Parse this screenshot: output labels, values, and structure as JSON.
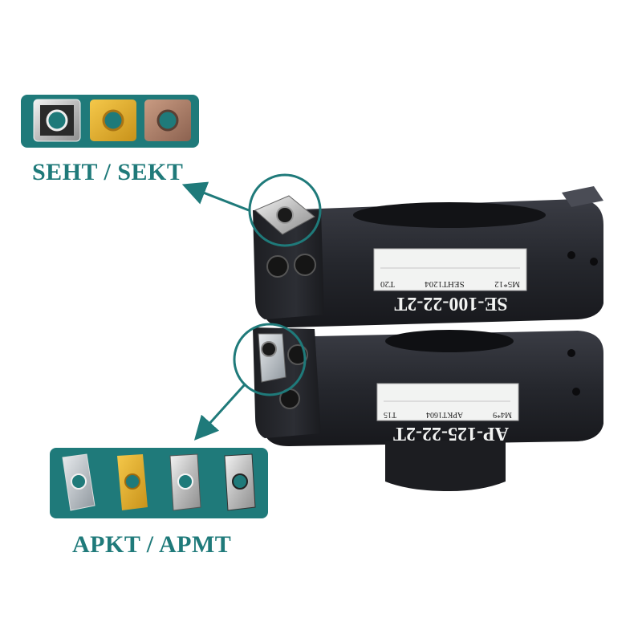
{
  "top_callout": {
    "caption": "SEHT / SEKT",
    "insert_icons": [
      "square-insert-steel-icon",
      "square-insert-gold-icon",
      "square-insert-bronze-icon"
    ]
  },
  "bottom_callout": {
    "caption": "APKT / APMT",
    "insert_icons": [
      "rect-insert-silver-icon",
      "rect-insert-gold-icon",
      "rect-insert-chrome-icon",
      "rect-insert-polished-icon"
    ]
  },
  "top_cutter": {
    "model": "SE-100-22-2T",
    "screw": "M5*12",
    "insert": "SEHT1204",
    "key": "T20"
  },
  "bottom_cutter": {
    "model": "AP-125-22-2T",
    "screw": "M4*9",
    "insert": "APKT1604",
    "key": "T15"
  },
  "colors": {
    "accent": "#1f7a7a",
    "tool_body": "#2a2c33",
    "label_plate": "#f2f3f2"
  }
}
